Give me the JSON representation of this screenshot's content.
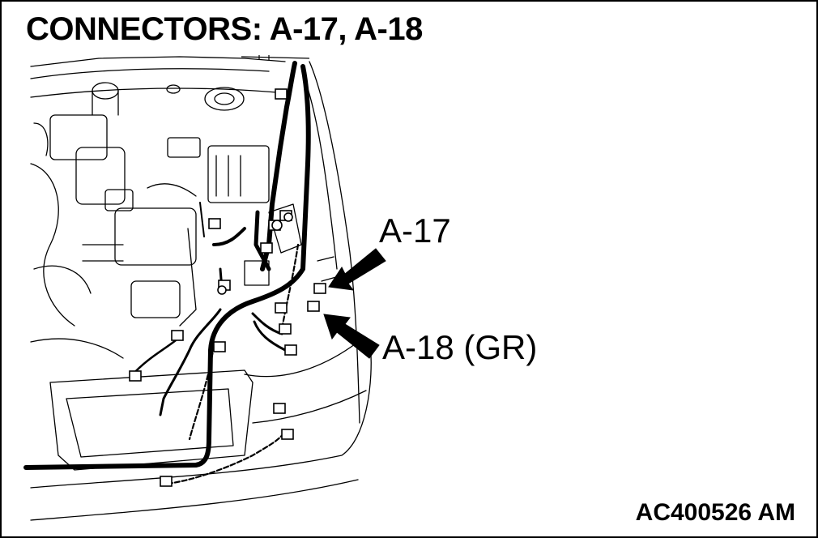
{
  "title": "CONNECTORS: A-17, A-18",
  "callouts": {
    "a17": "A-17",
    "a18": "A-18 (GR)"
  },
  "figure_code": "AC400526 AM",
  "colors": {
    "line": "#000000",
    "background": "#ffffff"
  }
}
